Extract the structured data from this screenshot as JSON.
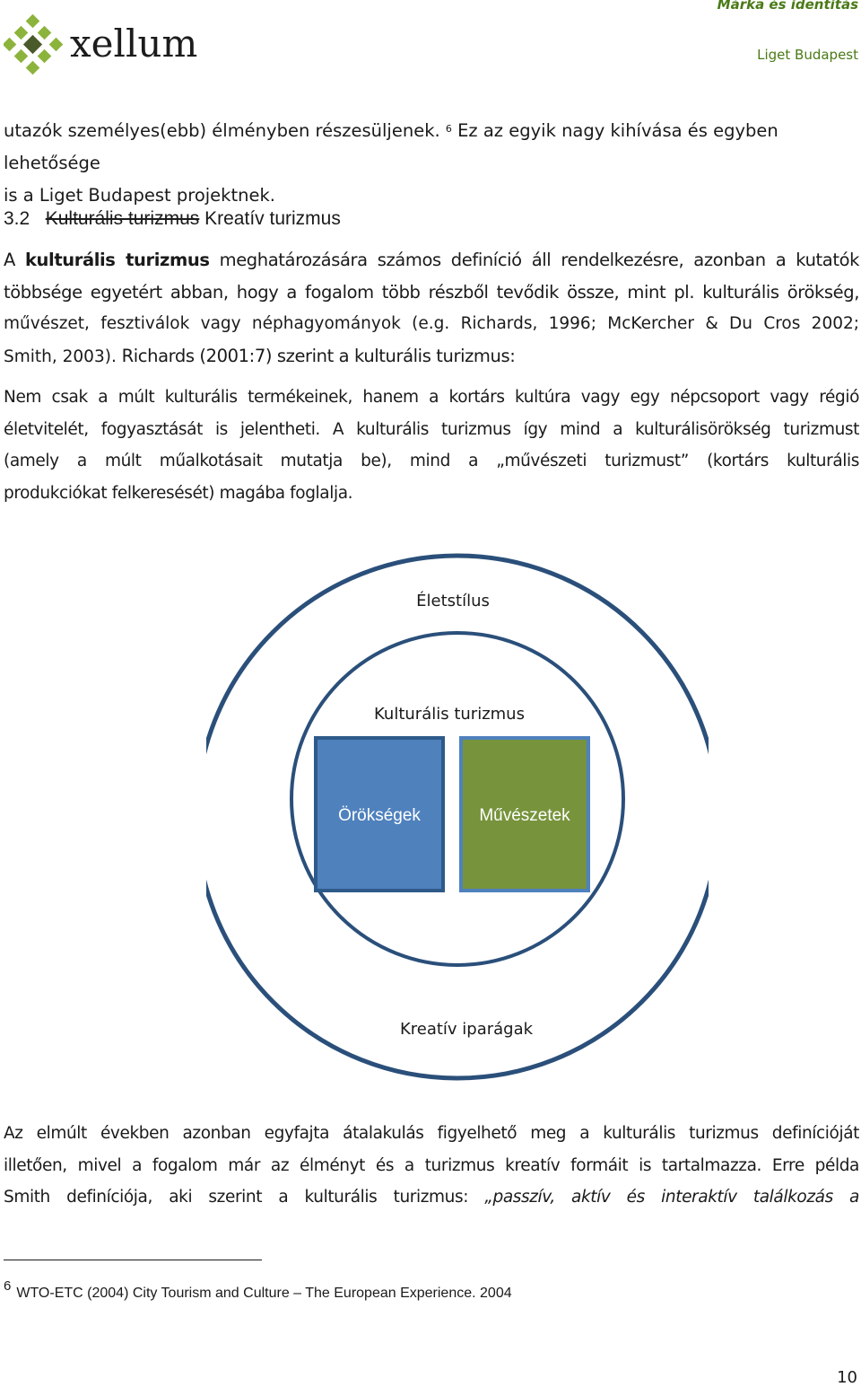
{
  "header": {
    "logo_text": "xellum",
    "brand_title": "Márka és identitás",
    "location": "Liget Budapest"
  },
  "intro": {
    "line1_a": "utazók személyes(ebb) élményben részesüljenek.",
    "footnote_ref": "6",
    "line1_b": " Ez az egyik nagy kihívása és egyben lehetősége",
    "line2": "is a Liget Budapest projektnek."
  },
  "section": {
    "number": "3.2",
    "struck_title": "Kulturális turizmus",
    "title": "Kreatív turizmus"
  },
  "para1": {
    "prefix": "A ",
    "bold": "kulturális turizmus",
    "line1_rest": " meghatározására számos definíció áll rendelkezésre, azonban a kutatók",
    "line2": "többsége egyetért abban, hogy a fogalom több részből tevődik össze, mint pl. kulturális örökség,",
    "line3": "művészet, fesztiválok vagy néphagyományok (e.g. Richards, 1996; McKercher & Du Cros 2002;",
    "line4_a": "Smith, 2003).",
    "line4_b": " Richards (2001:7) szerint a kulturális turizmus:"
  },
  "para2": {
    "lines": [
      "Nem csak a múlt kulturális termékeinek, hanem a kortárs kultúra vagy egy népcsoport vagy régió",
      "életvitelét, fogyasztását is jelentheti. A kulturális turizmus így mind a kulturálisörökség turizmust",
      "(amely a múlt műalkotásait mutatja be), mind a „művészeti turizmust” (kortárs kulturális",
      "produkciókat felkeresését) magába foglalja."
    ]
  },
  "diagram": {
    "outer_label": "Életstílus",
    "inner_label": "Kulturális turizmus",
    "box_left_label": "Örökségek",
    "box_right_label": "Művészetek",
    "bottom_label": "Kreatív iparágak",
    "colors": {
      "circle_stroke": "#2a4f7a",
      "box_left_fill": "#4f81bd",
      "box_left_stroke": "#2e5a8a",
      "box_right_fill": "#77933c",
      "box_right_stroke": "#4f81bd"
    }
  },
  "para3": {
    "line1": "Az elmúlt években azonban egyfajta átalakulás figyelhető meg a kulturális turizmus definícióját",
    "line2": "illetően, mivel a fogalom már az élményt és a turizmus kreatív formáit is tartalmazza. Erre példa",
    "line3_a": "Smith definíciója, aki szerint a kulturális turizmus: ",
    "line3_b": "„passzív, aktív és interaktív találkozás a"
  },
  "footnote": {
    "number": "6",
    "text": "WTO-ETC (2004) City Tourism and Culture – The European Experience. 2004"
  },
  "page_number": "10"
}
